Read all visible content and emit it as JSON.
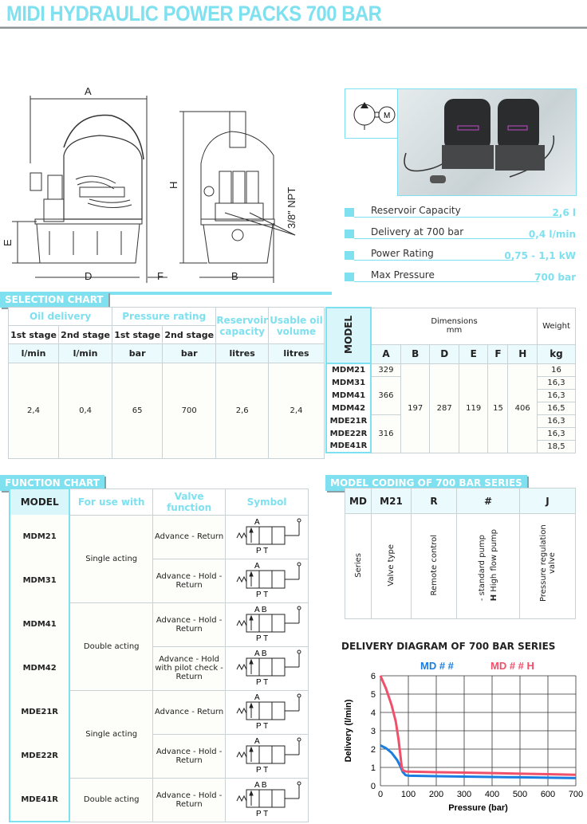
{
  "header": {
    "title": "MIDI HYDRAULIC POWER PACKS 700 BAR"
  },
  "drawing": {
    "labels": {
      "A": "A",
      "D": "D",
      "E": "E",
      "F": "F",
      "H": "H",
      "B": "B",
      "npt": "3/8\" NPT"
    },
    "pump_symbol_letter": "M"
  },
  "specs": [
    {
      "label": "Reservoir Capacity",
      "value": "2,6 l"
    },
    {
      "label": "Delivery at 700 bar",
      "value": "0,4 l/min"
    },
    {
      "label": "Power Rating",
      "value": "0,75 - 1,1 kW"
    },
    {
      "label": "Max Pressure",
      "value": "700 bar"
    }
  ],
  "selection_chart": {
    "tag": "SELECTION CHART",
    "groups": {
      "oil_delivery": "Oil delivery",
      "pressure_rating": "Pressure rating",
      "reservoir": "Reservoir capacity",
      "usable": "Usable oil volume"
    },
    "stages": {
      "s1": "1st stage",
      "s2": "2nd stage"
    },
    "units": {
      "lmin": "l/min",
      "bar": "bar",
      "litres": "litres"
    },
    "values": {
      "od1": "2,4",
      "od2": "0,4",
      "pr1": "65",
      "pr2": "700",
      "res": "2,6",
      "usable": "2,4"
    }
  },
  "dimensions": {
    "model_header": "MODEL",
    "dim_header": "Dimensions",
    "dim_unit": "mm",
    "weight_header": "Weight",
    "weight_unit": "kg",
    "cols": [
      "A",
      "B",
      "D",
      "E",
      "F",
      "H"
    ],
    "models": [
      "MDM21",
      "MDM31",
      "MDM41",
      "MDM42",
      "MDE21R",
      "MDE22R",
      "MDE41R"
    ],
    "A_values": [
      "329",
      "366",
      "316"
    ],
    "B": "197",
    "D": "287",
    "E": "119",
    "F": "15",
    "H": "406",
    "weights": [
      "16",
      "16,3",
      "16,3",
      "16,5",
      "16,3",
      "16,3",
      "18,5"
    ]
  },
  "function_chart": {
    "tag": "FUNCTION CHART",
    "headers": {
      "model": "MODEL",
      "use": "For use with",
      "valve": "Valve function",
      "symbol": "Symbol"
    },
    "rows": [
      {
        "model": "MDM21",
        "valve": "Advance - Return"
      },
      {
        "model": "MDM31",
        "valve": "Advance - Hold - Return"
      },
      {
        "model": "MDM41",
        "valve": "Advance - Hold - Return"
      },
      {
        "model": "MDM42",
        "valve": "Advance - Hold with pilot check - Return"
      },
      {
        "model": "MDE21R",
        "valve": "Advance - Return"
      },
      {
        "model": "MDE22R",
        "valve": "Advance - Hold - Return"
      },
      {
        "model": "MDE41R",
        "valve": "Advance - Hold - Return"
      }
    ],
    "use_groups": [
      "Single acting",
      "Double acting",
      "Single acting",
      "Double acting"
    ],
    "symbol_ports": {
      "A": "A",
      "AB": "A B",
      "PT": "P T"
    }
  },
  "model_coding": {
    "tag": "MODEL CODING OF  700 BAR SERIES",
    "codes": [
      "MD",
      "M21",
      "R",
      "#",
      "J"
    ],
    "meanings": [
      "Series",
      "Valve type",
      "Remote control",
      "- standard pump",
      "Pressure regulation valve"
    ],
    "meaning_h": "High flow pump",
    "meaning_h_prefix": "H"
  },
  "chart_data": {
    "type": "line",
    "title": "DELIVERY DIAGRAM OF  700 BAR SERIES",
    "xlabel": "Pressure (bar)",
    "ylabel": "Delivery (l/min)",
    "xlim": [
      0,
      700
    ],
    "ylim": [
      0,
      6
    ],
    "xticks": [
      0,
      100,
      200,
      300,
      400,
      500,
      600,
      700
    ],
    "yticks": [
      0,
      1,
      2,
      3,
      4,
      5,
      6
    ],
    "grid": true,
    "legend_position": "top",
    "series": [
      {
        "name": "MD # #",
        "color": "#1a7de0",
        "x": [
          0,
          20,
          40,
          60,
          70,
          80,
          90,
          100,
          200,
          300,
          400,
          500,
          600,
          700
        ],
        "y": [
          2.2,
          2.05,
          1.8,
          1.4,
          1.1,
          0.75,
          0.58,
          0.55,
          0.52,
          0.5,
          0.48,
          0.46,
          0.44,
          0.42
        ]
      },
      {
        "name": "MD # # H",
        "color": "#f0506a",
        "x": [
          0,
          20,
          40,
          55,
          65,
          72,
          76,
          80,
          90,
          100,
          200,
          300,
          400,
          500,
          600,
          700
        ],
        "y": [
          6.0,
          5.3,
          4.4,
          3.5,
          2.5,
          1.6,
          1.05,
          0.85,
          0.78,
          0.77,
          0.74,
          0.72,
          0.69,
          0.66,
          0.63,
          0.6
        ]
      }
    ]
  }
}
